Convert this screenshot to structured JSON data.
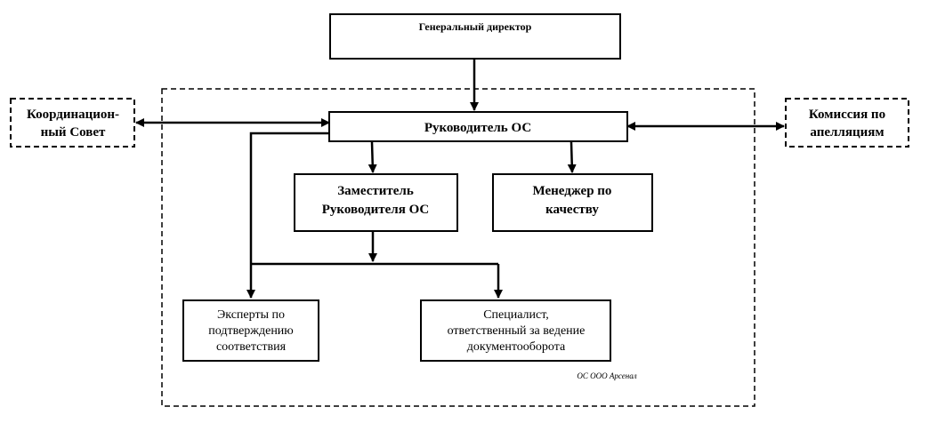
{
  "general_director": "Генеральный директор",
  "head_os": "Руководитель ОС",
  "deputy_head": [
    "Заместитель",
    "Руководителя ОС"
  ],
  "quality_manager": [
    "Менеджер по",
    "качеству"
  ],
  "coordination_council": [
    "Координацион-",
    "ный Совет"
  ],
  "appeals_commission": [
    "Комиссия по",
    "апелляциям"
  ],
  "experts": [
    "Эксперты по",
    "подтверждению",
    "соответствия"
  ],
  "document_specialist": [
    "Специалист,",
    "ответственный за ведение",
    "документооборота"
  ],
  "org_caption": "ОС ООО Арсенал"
}
